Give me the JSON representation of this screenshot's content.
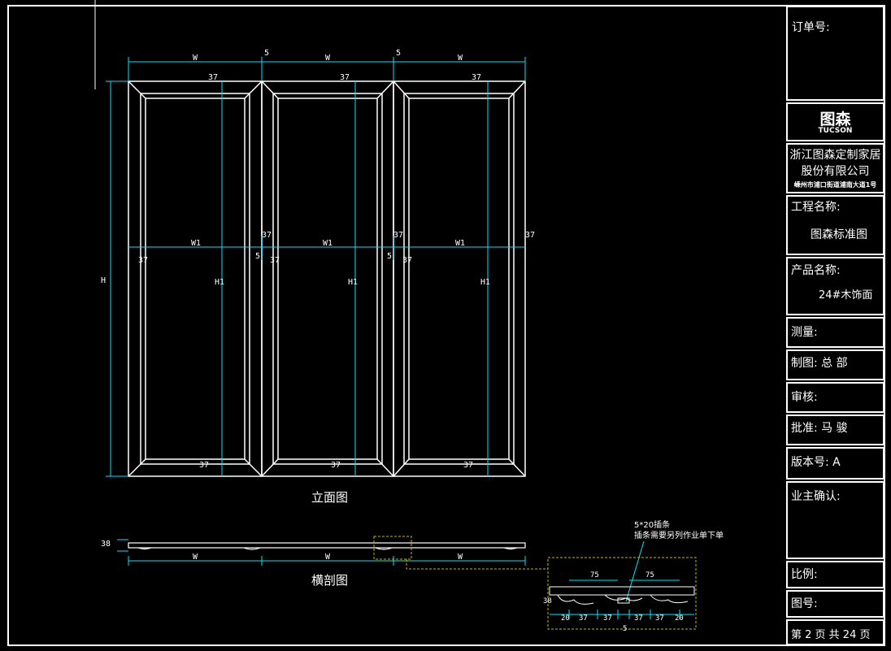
{
  "drawing": {
    "elevation_label": "立面图",
    "section_label": "横剖图",
    "note_line1": "5*20插条",
    "note_line2": "插条需要另列作业单下单",
    "dims": {
      "top_w": "W",
      "gap": "5",
      "h": "H",
      "h1": "H1",
      "w1": "W1",
      "d37": "37",
      "d5": "5",
      "d38": "38",
      "d20": "20",
      "d75": "75"
    }
  },
  "title_block": {
    "order_no_label": "订单号:",
    "logo_cn": "图森",
    "logo_en": "TUCSON",
    "company_line1": "浙江图森定制家居",
    "company_line2": "股份有限公司",
    "company_addr": "嵊州市浦口街道浦南大道1号",
    "project_label": "工程名称:",
    "project_value": "图森标准图",
    "product_label": "产品名称:",
    "product_value": "24#木饰面",
    "measure_label": "测量:",
    "draw_label": "制图: 总 部",
    "review_label": "审核:",
    "approve_label": "批准: 马 骏",
    "version_label": "版本号: A",
    "owner_label": "业主确认:",
    "scale_label": "比例:",
    "drawing_no_label": "图号:",
    "page_info": "第 2 页 共 24 页"
  },
  "colors": {
    "line": "#ffffff",
    "dim": "#00e5ff",
    "detail_box": "#c8b400"
  }
}
